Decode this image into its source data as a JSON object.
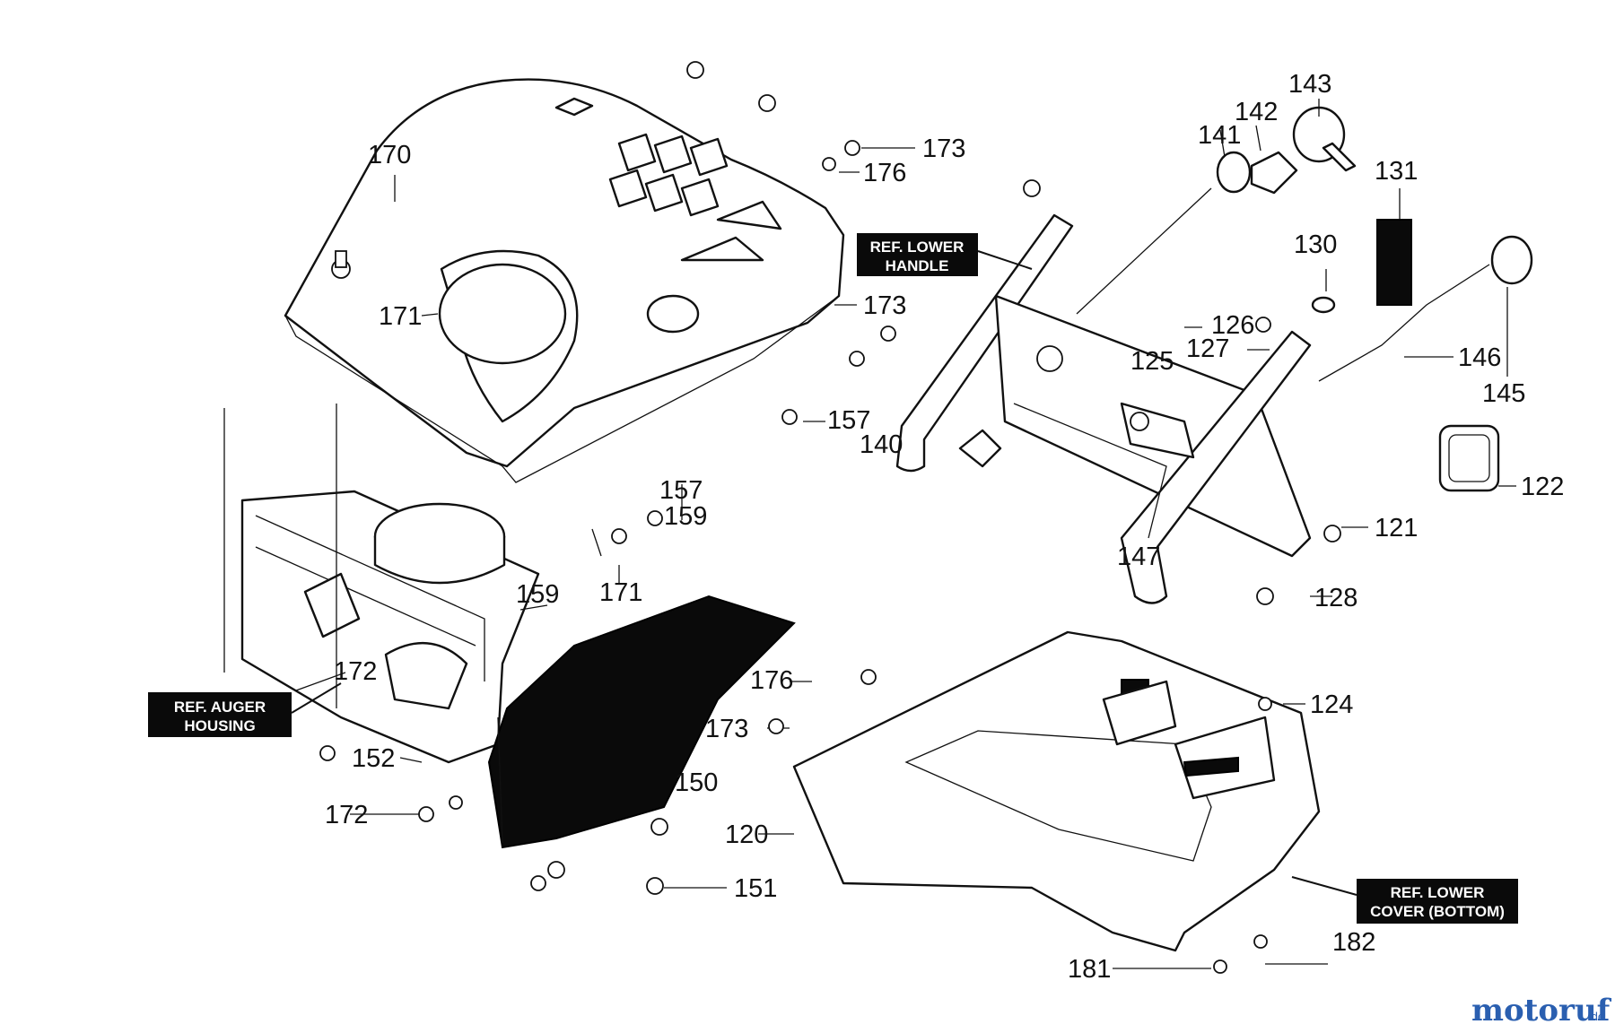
{
  "labels": {
    "l170": "170",
    "l171a": "171",
    "l171b": "171",
    "l173a": "173",
    "l173b": "173",
    "l173c": "173",
    "l176a": "176",
    "l176b": "176",
    "l157a": "157",
    "l157b": "157",
    "l159a": "159",
    "l159b": "159",
    "l172a": "172",
    "l172b": "172",
    "l152": "152",
    "l150": "150",
    "l151": "151",
    "l143": "143",
    "l142": "142",
    "l141": "141",
    "l131": "131",
    "l130": "130",
    "l126": "126",
    "l127": "127",
    "l125": "125",
    "l146": "146",
    "l145": "145",
    "l140": "140",
    "l122": "122",
    "l121": "121",
    "l147": "147",
    "l128": "128",
    "l124": "124",
    "l120": "120",
    "l182": "182",
    "l181": "181"
  },
  "refs": {
    "lower_handle_line1": "REF. LOWER",
    "lower_handle_line2": "HANDLE",
    "auger_line1": "REF. AUGER",
    "auger_line2": "HOUSING",
    "lower_cover_line1": "REF. LOWER",
    "lower_cover_line2": "COVER (BOTTOM)"
  },
  "watermark": {
    "brand": "motoruf",
    "tld": ".de"
  }
}
